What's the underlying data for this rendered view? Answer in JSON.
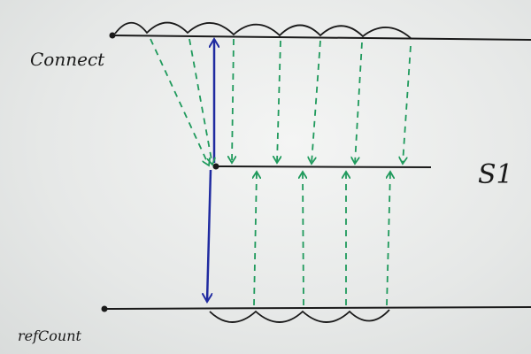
{
  "labels": {
    "top": "Connect",
    "bottom": "refCount",
    "middle": "S1"
  },
  "colors": {
    "ink": "#1a1a1a",
    "vertical_arrow": "#1f2aa0",
    "dashed_arrow": "#1f9a5c",
    "board": "#eceeed"
  }
}
